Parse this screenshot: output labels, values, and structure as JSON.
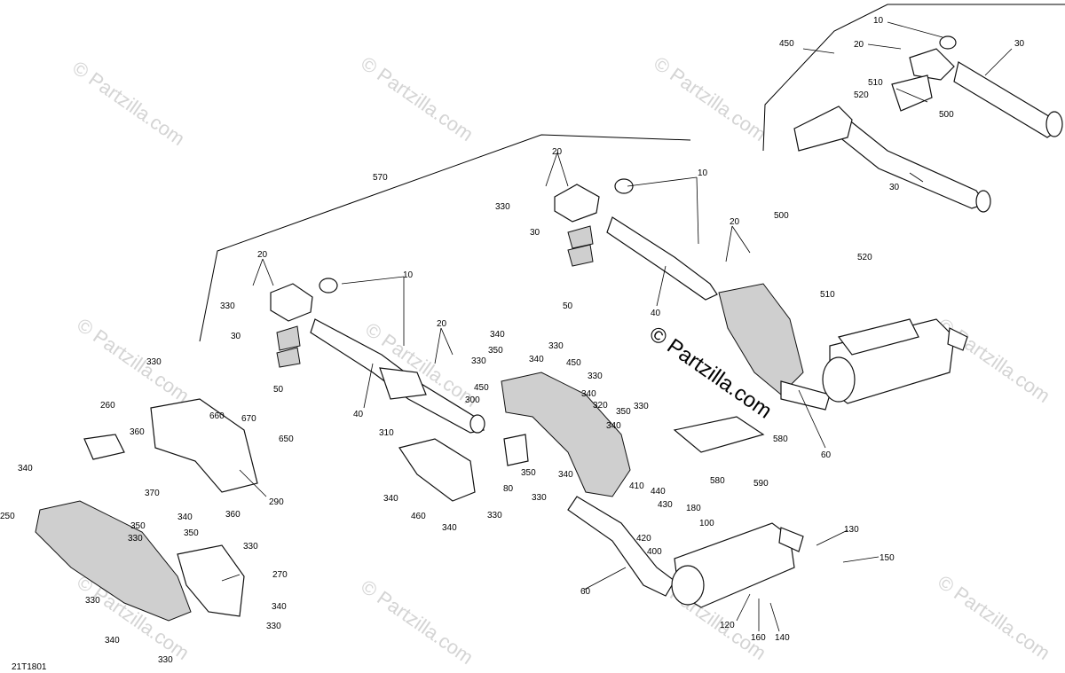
{
  "diagram_id": "21T1801",
  "watermark": "© Partzilla.com",
  "watermark_center": "© Partzilla.com",
  "labels": {
    "l450": "450",
    "l10a": "10",
    "l20a": "20",
    "l30a": "30",
    "l510a": "510",
    "l520a": "520",
    "l500a": "500",
    "l30b": "30",
    "l570": "570",
    "l20b": "20",
    "l330b": "330",
    "l30c": "30",
    "l10b": "10",
    "l20c": "20",
    "l50a": "50",
    "l40a": "40",
    "l500b": "500",
    "l520b": "520",
    "l510b": "510",
    "l20d": "20",
    "l330d": "330",
    "l30d": "30",
    "l10c": "10",
    "l50b": "50",
    "l40b": "40",
    "l20e": "20",
    "l330e": "330",
    "l260": "260",
    "l660": "660",
    "l670": "670",
    "l650": "650",
    "l360a": "360",
    "l370": "370",
    "l360b": "360",
    "l290": "290",
    "l340a": "340",
    "l340b": "340",
    "l350a": "350",
    "l330f": "330",
    "l330g": "330",
    "l340c": "340",
    "l450b": "450",
    "l330h": "330",
    "l450c": "450",
    "l340d": "340",
    "l300": "300",
    "l320": "320",
    "l350b": "350",
    "l330i": "330",
    "l340e": "340",
    "l310": "310",
    "l340f": "340",
    "l460": "460",
    "l340g": "340",
    "l330j": "330",
    "l80": "80",
    "l350c": "350",
    "l330k": "330",
    "l340h": "340",
    "l60a": "60",
    "l580a": "580",
    "l580b": "580",
    "l590": "590",
    "l250": "250",
    "l350d": "350",
    "l340i": "340",
    "l330l": "330",
    "l350e": "350",
    "l330m": "330",
    "l270": "270",
    "l340j": "340",
    "l330n": "330",
    "l330o": "330",
    "l340k": "340",
    "l330p": "330",
    "l410": "410",
    "l440": "440",
    "l430": "430",
    "l420": "420",
    "l400": "400",
    "l180": "180",
    "l100": "100",
    "l60b": "60",
    "l130": "130",
    "l150": "150",
    "l120": "120",
    "l160": "160",
    "l140": "140"
  }
}
